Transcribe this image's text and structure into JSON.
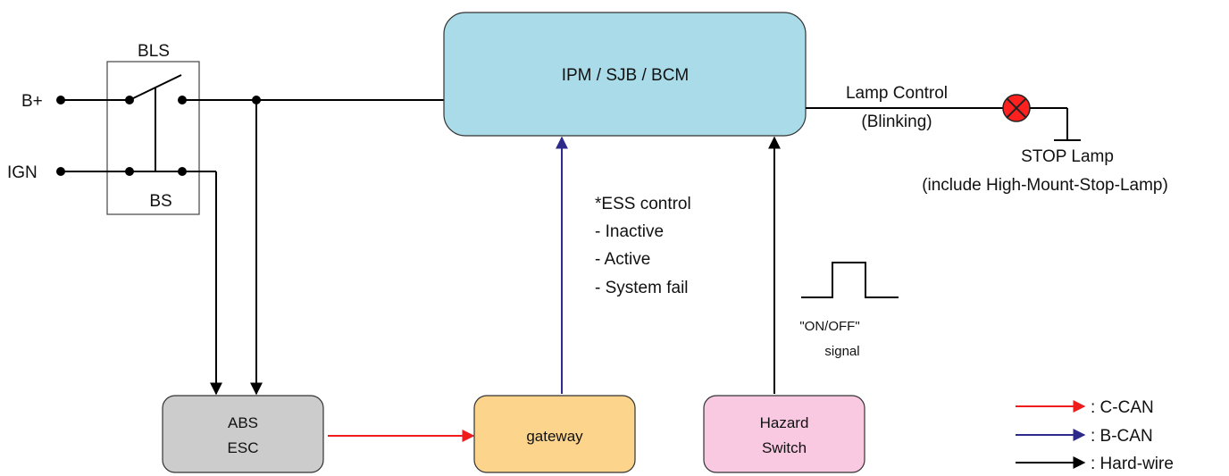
{
  "colors": {
    "c_can": "#ee1c1c",
    "b_can": "#2e2a8c",
    "hard_wire": "#000000",
    "ipm_fill": "#aadbe8",
    "abs_fill": "#cccccc",
    "gateway_fill": "#fcd48c",
    "hazard_fill": "#f9c8e1",
    "lamp_fill": "#ff2020"
  },
  "terminals": {
    "b_plus": "B+",
    "ign": "IGN"
  },
  "switch": {
    "bls": "BLS",
    "bs": "BS"
  },
  "blocks": {
    "ipm": "IPM / SJB / BCM",
    "abs_line1": "ABS",
    "abs_line2": "ESC",
    "gateway": "gateway",
    "hazard_line1": "Hazard",
    "hazard_line2": "Switch"
  },
  "lamp": {
    "control_line1": "Lamp Control",
    "control_line2": "(Blinking)",
    "stop_line1": "STOP Lamp",
    "stop_line2": "(include High-Mount-Stop-Lamp)"
  },
  "ess": {
    "title": "*ESS control",
    "items": [
      "- Inactive",
      "- Active",
      "- System fail"
    ]
  },
  "signal": {
    "line1": "\"ON/OFF\"",
    "line2": "signal"
  },
  "legend": {
    "c_can": ": C-CAN",
    "b_can": ": B-CAN",
    "hard_wire": ": Hard-wire"
  }
}
